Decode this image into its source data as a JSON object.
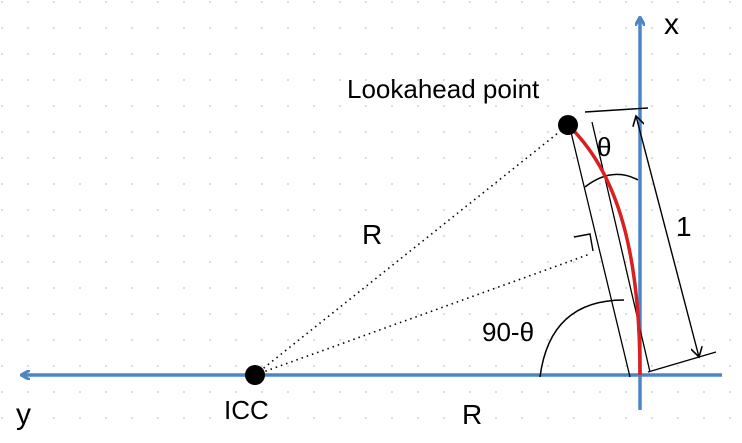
{
  "labels": {
    "x_axis": "x",
    "y_axis": "y",
    "lookahead": "Lookahead point",
    "icc": "ICC",
    "radius_diag": "R",
    "radius_axis": "R",
    "theta": "θ",
    "chord_length": "1",
    "complement_angle": "90-θ"
  },
  "colors": {
    "axis": "#4A86C8",
    "arc": "#D92020",
    "ink": "#000000",
    "grid_dot": "#D9D9D9",
    "background": "#FFFFFF"
  }
}
